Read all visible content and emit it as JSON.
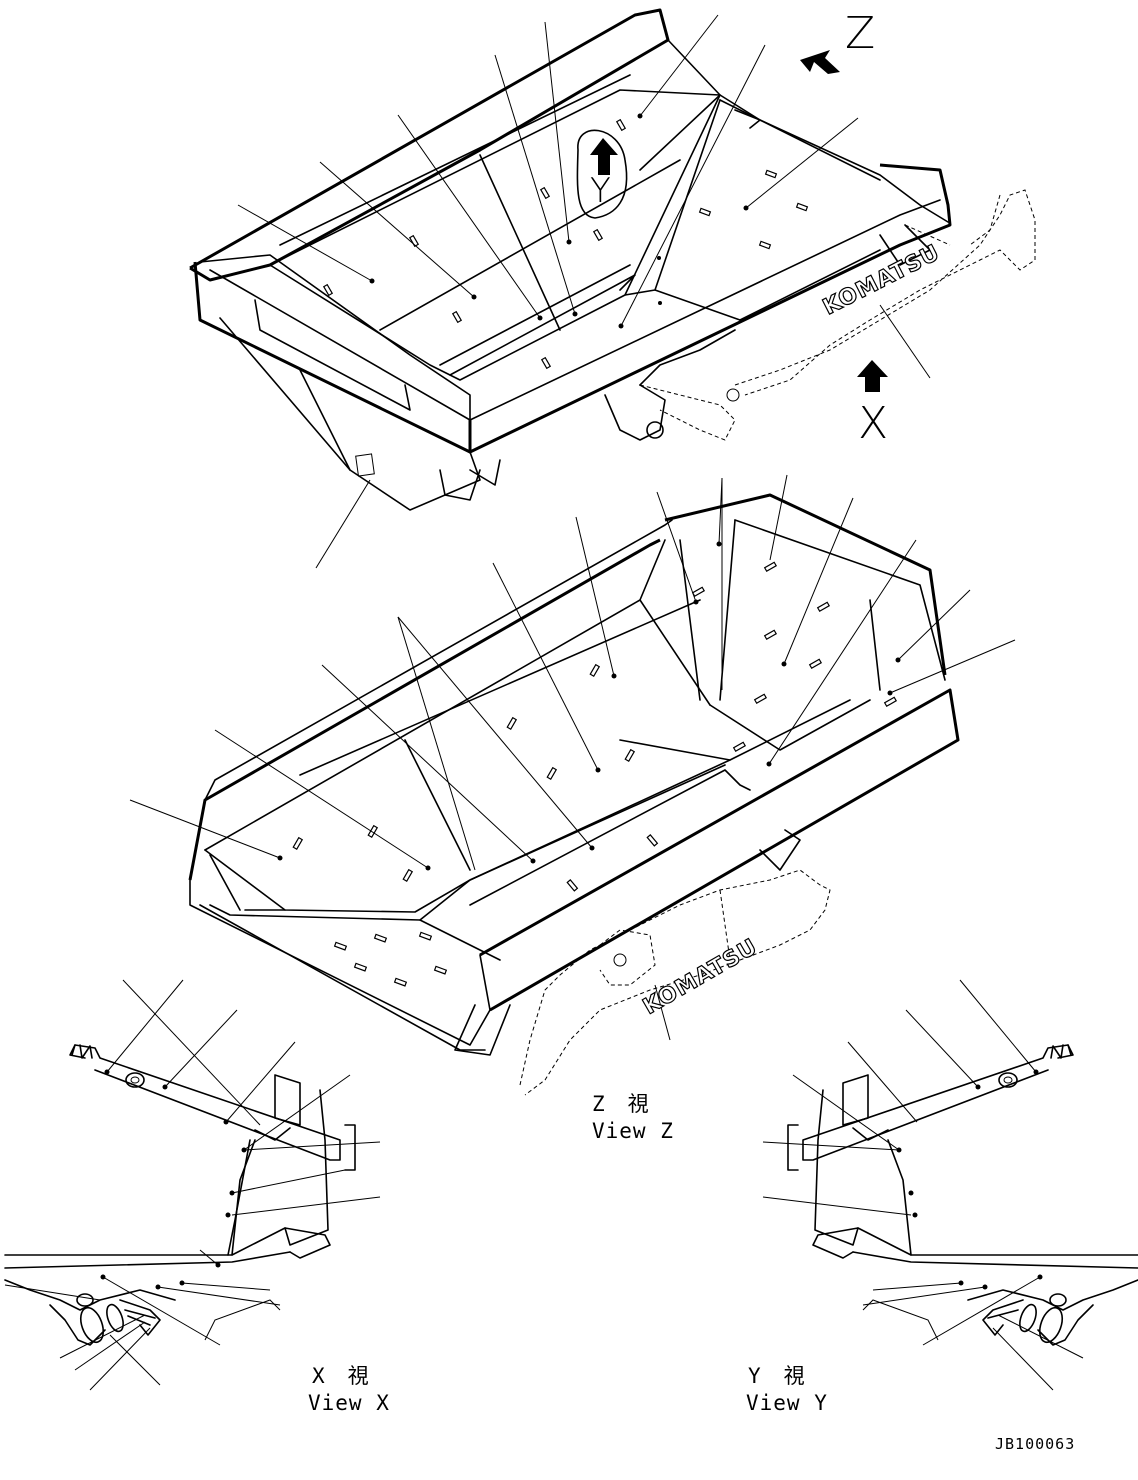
{
  "views": {
    "z_arrow": "Z",
    "x_arrow": "X",
    "y_arrow": "Y",
    "view_z": {
      "jp": "Z　視",
      "en": "View Z"
    },
    "view_x": {
      "jp": "X　視",
      "en": "View X"
    },
    "view_y": {
      "jp": "Y　視",
      "en": "View Y"
    }
  },
  "brand_label": "KOMATSU",
  "drawing_code": "JB100063"
}
